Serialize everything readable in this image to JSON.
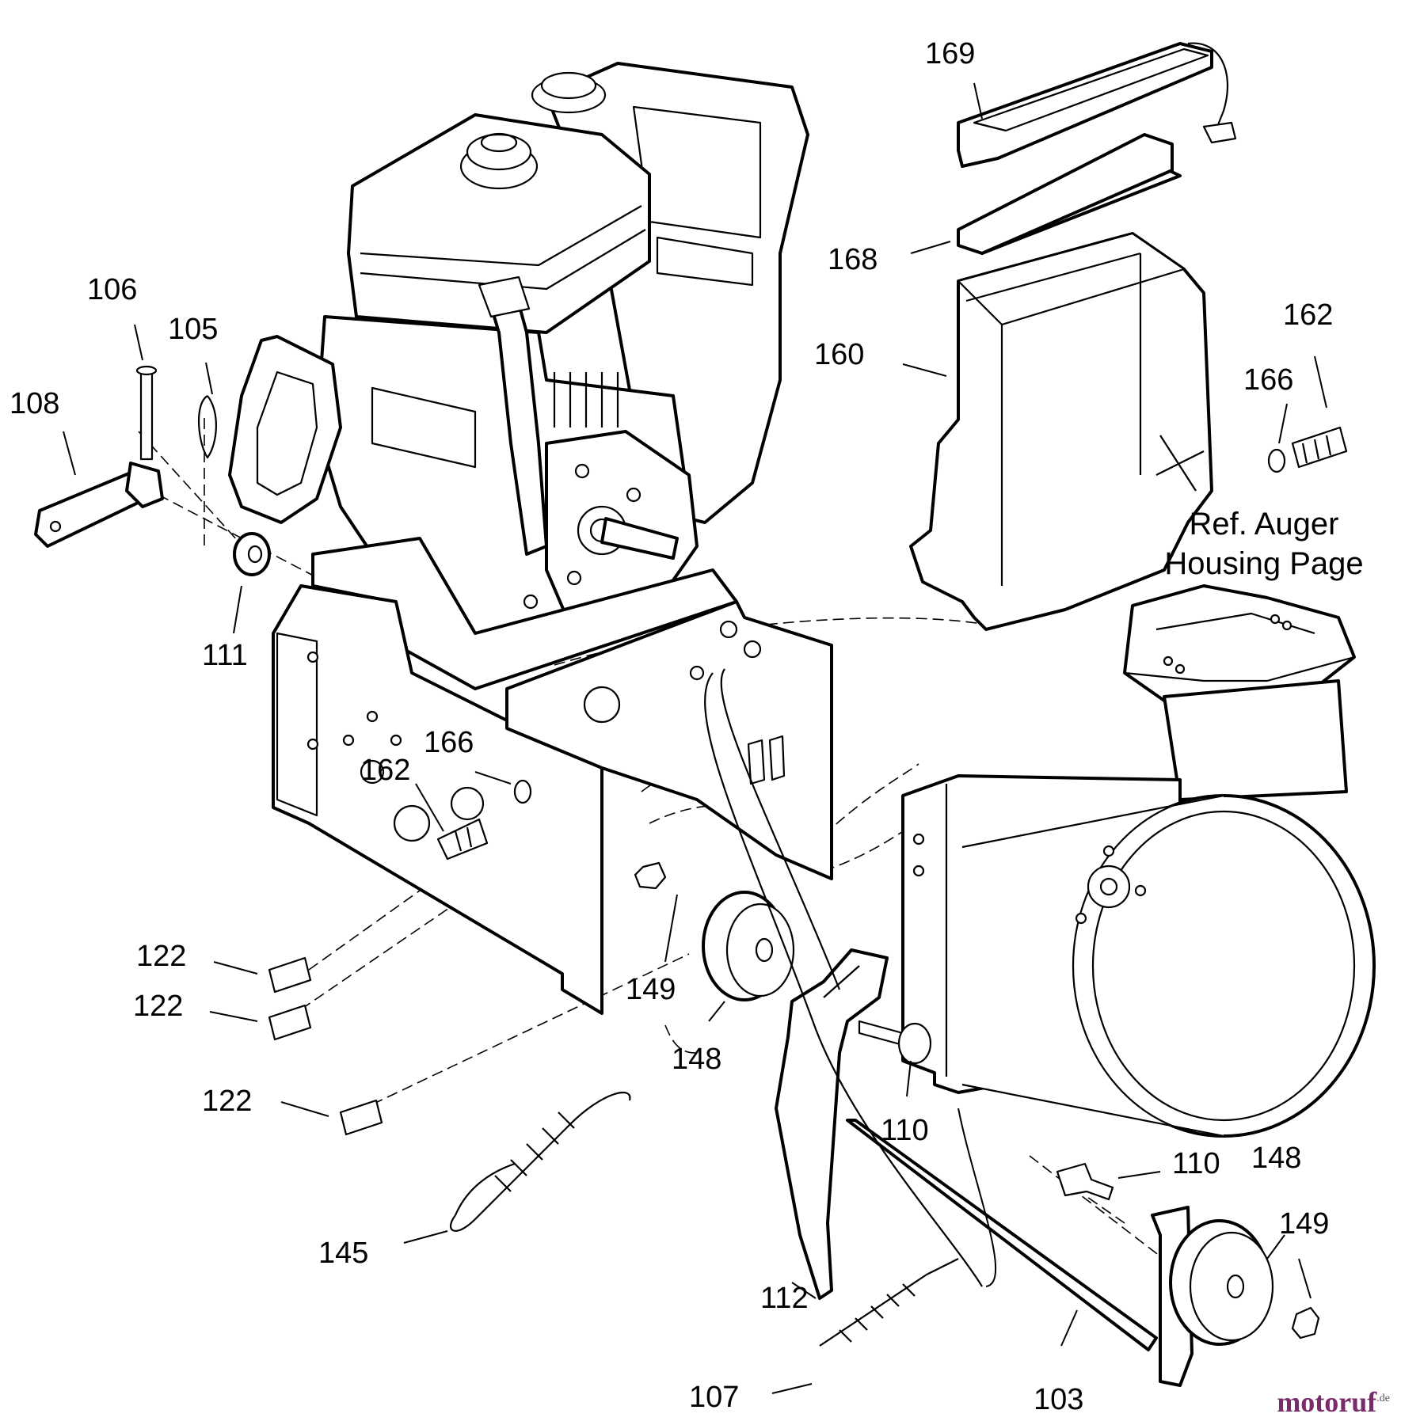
{
  "parts": {
    "p169": "169",
    "p168": "168",
    "p160": "160",
    "p162a": "162",
    "p166a": "166",
    "p106": "106",
    "p105": "105",
    "p108": "108",
    "p111": "111",
    "p166b": "166",
    "p162b": "162",
    "p122a": "122",
    "p122b": "122",
    "p122c": "122",
    "p149a": "149",
    "p148a": "148",
    "p110a": "110",
    "p110b": "110",
    "p148b": "148",
    "p149b": "149",
    "p145": "145",
    "p112": "112",
    "p107": "107",
    "p103": "103"
  },
  "reference": {
    "line1": "Ref. Auger",
    "line2": "Housing Page"
  },
  "watermark": {
    "brand": "motoruf",
    "suffix": ".de"
  }
}
